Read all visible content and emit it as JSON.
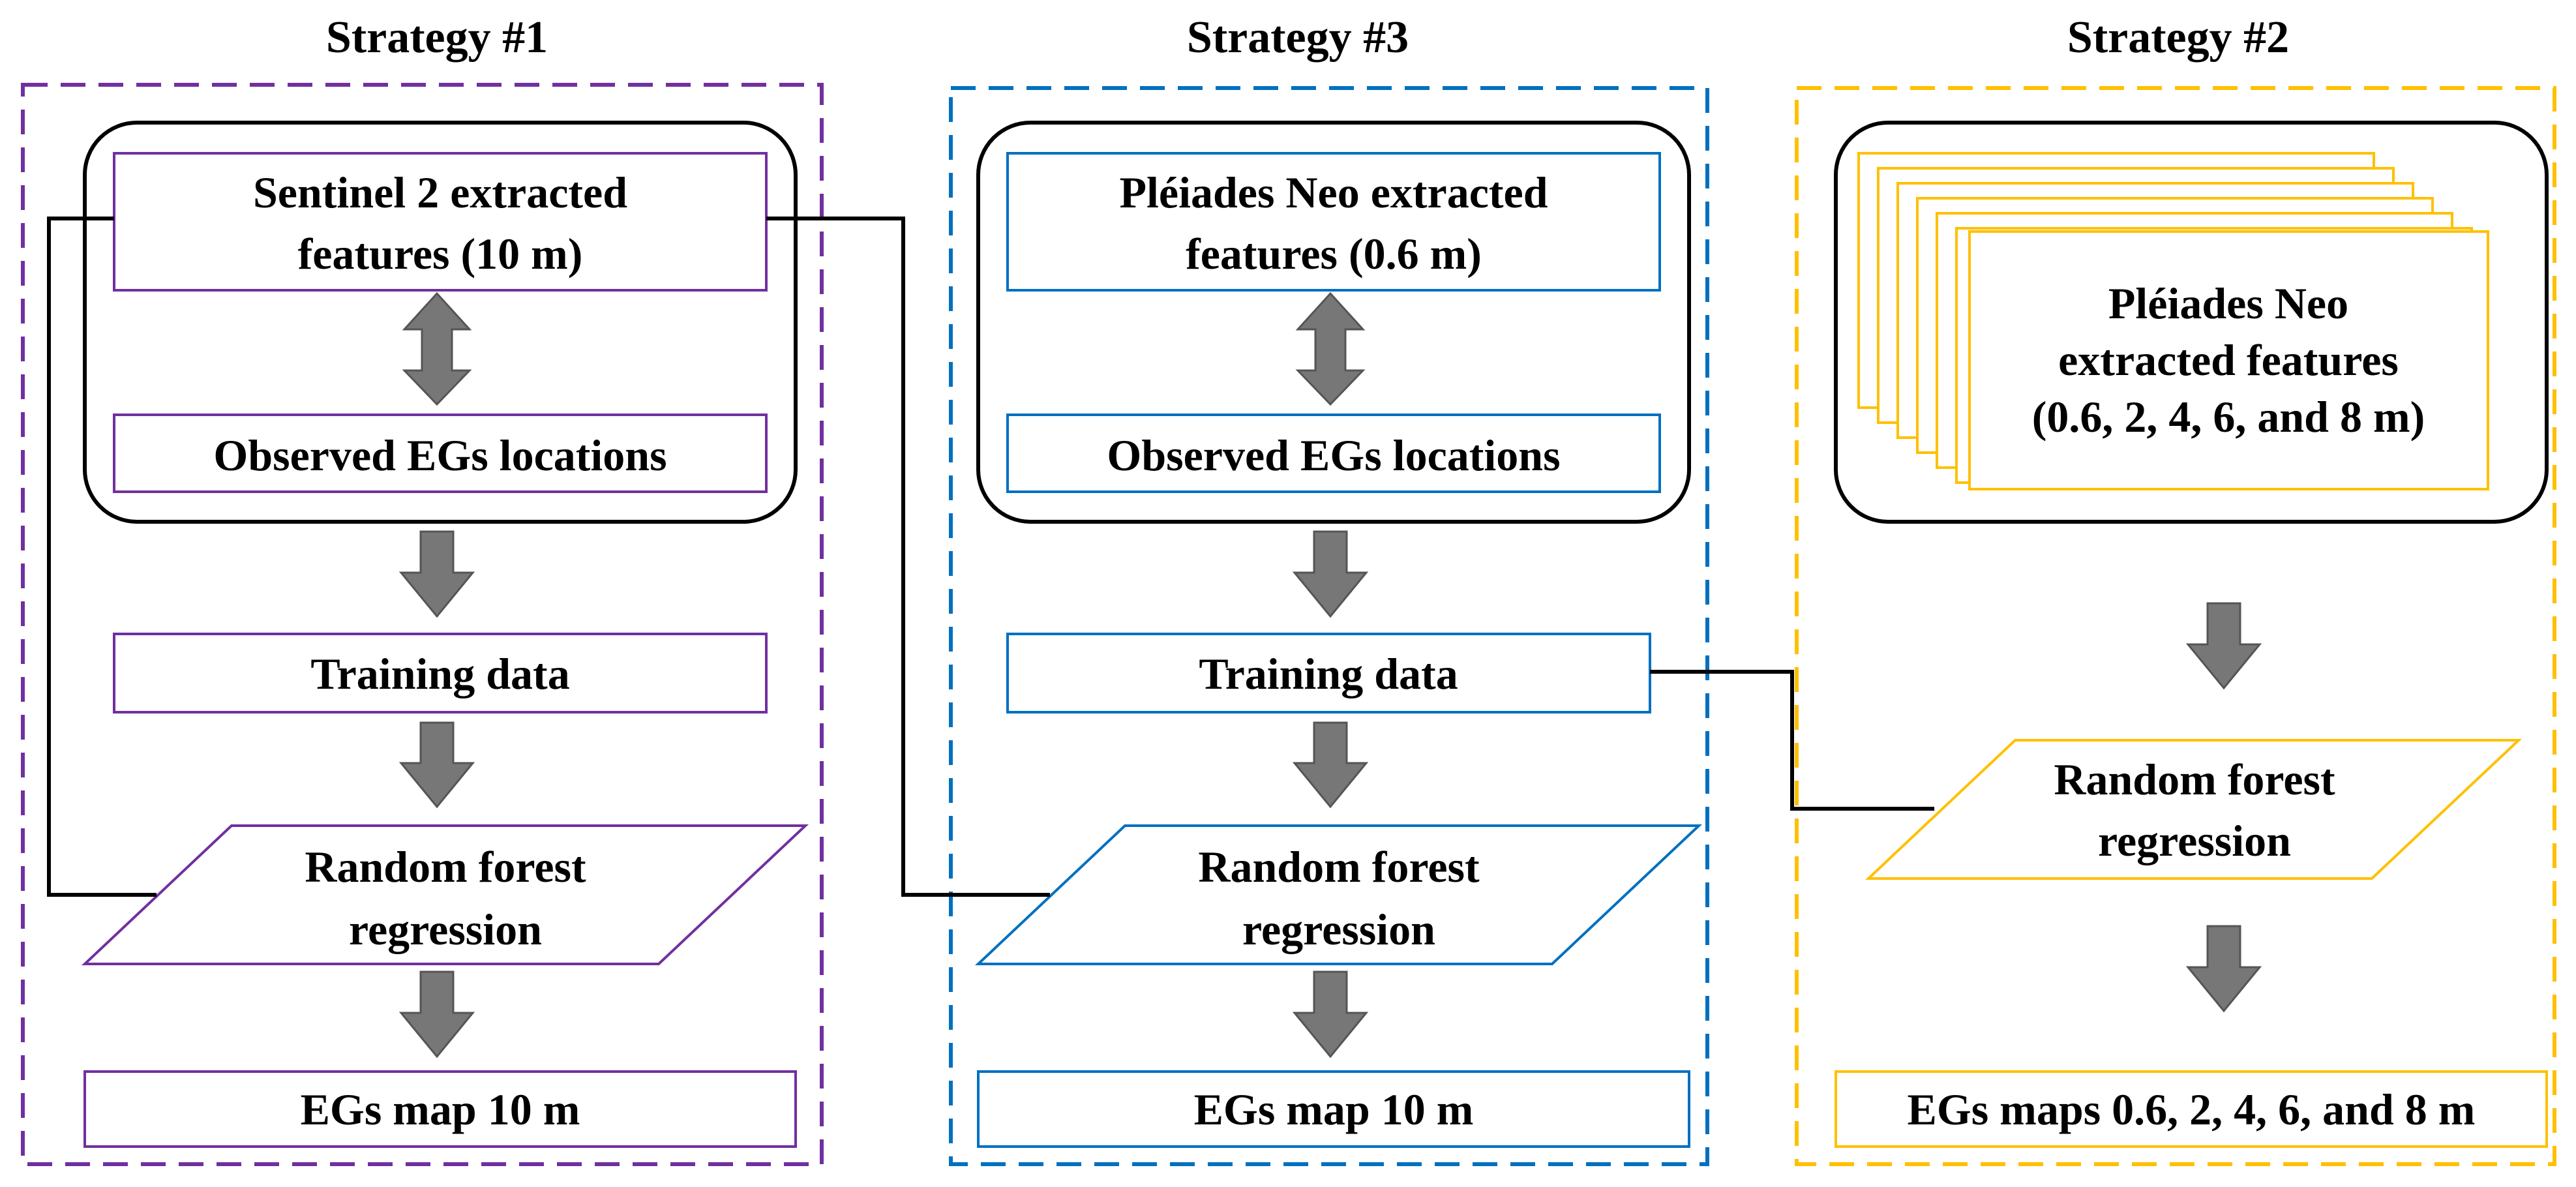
{
  "colors": {
    "strategy1": "#7030a0",
    "strategy3": "#0070c0",
    "strategy2": "#ffc000",
    "arrow_fill": "#777777",
    "connector": "#000000"
  },
  "strategy1": {
    "title": "Strategy #1",
    "features_line1": "Sentinel 2 extracted",
    "features_line2": "features (10 m)",
    "observed": "Observed EGs locations",
    "training": "Training data",
    "rf_line1": "Random forest",
    "rf_line2": "regression",
    "output": "EGs map 10 m"
  },
  "strategy3": {
    "title": "Strategy #3",
    "features_line1": "Pléiades Neo extracted",
    "features_line2": "features (0.6 m)",
    "observed": "Observed EGs locations",
    "training": "Training data",
    "rf_line1": "Random forest",
    "rf_line2": "regression",
    "output": "EGs map 10 m"
  },
  "strategy2": {
    "title": "Strategy #2",
    "features_line1": "Pléiades Neo",
    "features_line2": "extracted features",
    "features_line3": "(0.6, 2, 4, 6, and 8 m)",
    "rf_line1": "Random forest",
    "rf_line2": "regression",
    "output": "EGs maps 0.6, 2, 4, 6, and 8 m"
  }
}
